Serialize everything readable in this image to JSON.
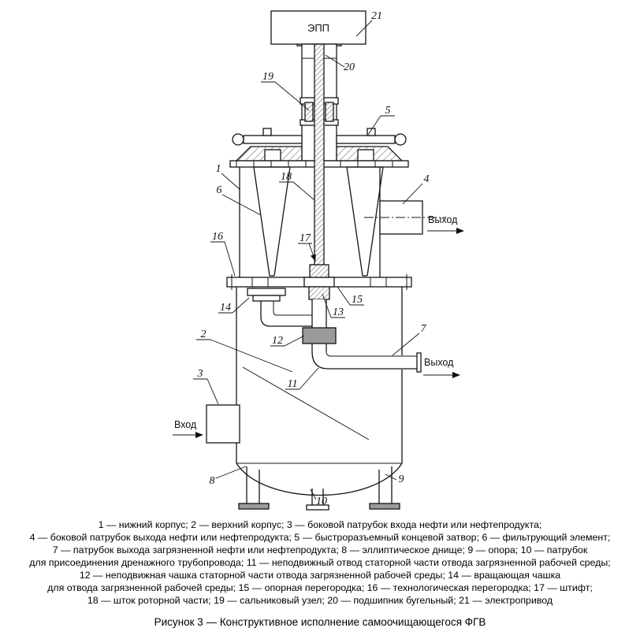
{
  "figure": {
    "caption": "Рисунок 3 — Конструктивное исполнение самоочищающегося ФГВ"
  },
  "diagram": {
    "motor_label": "ЭПП",
    "outlet_top_label": "Выход",
    "outlet_side_label": "Выход",
    "inlet_label": "Вход",
    "callouts": {
      "c1": "1",
      "c2": "2",
      "c3": "3",
      "c4": "4",
      "c5": "5",
      "c6": "6",
      "c7": "7",
      "c8": "8",
      "c9": "9",
      "c10": "10",
      "c11": "11",
      "c12": "12",
      "c13": "13",
      "c14": "14",
      "c15": "15",
      "c16": "16",
      "c17": "17",
      "c18": "18",
      "c19": "19",
      "c20": "20",
      "c21": "21"
    }
  },
  "legend": {
    "lines": [
      "1 — нижний корпус; 2 — верхний корпус; 3 — боковой патрубок входа нефти или нефтепродукта;",
      "4 — боковой патрубок выхода нефти или нефтепродукта; 5 — быстроразъемный концевой затвор; 6 — фильтрующий элемент;",
      "7 — патрубок выхода загрязненной нефти или нефтепродукта; 8 — эллиптическое днище; 9 — опора; 10 — патрубок",
      "для присоединения дренажного трубопровода; 11 — неподвижный отвод статорной части отвода загрязненной рабочей среды;",
      "12 — неподвижная чашка статорной части отвода загрязненной рабочей среды; 14 — вращающая чашка",
      "для отвода загрязненной рабочей среды; 15 — опорная перегородка; 16 — технологическая перегородка; 17 — штифт;",
      "18 — шток роторной части; 19 — сальниковый узел; 20 — подшипник бугельный; 21 — электропривод"
    ]
  }
}
